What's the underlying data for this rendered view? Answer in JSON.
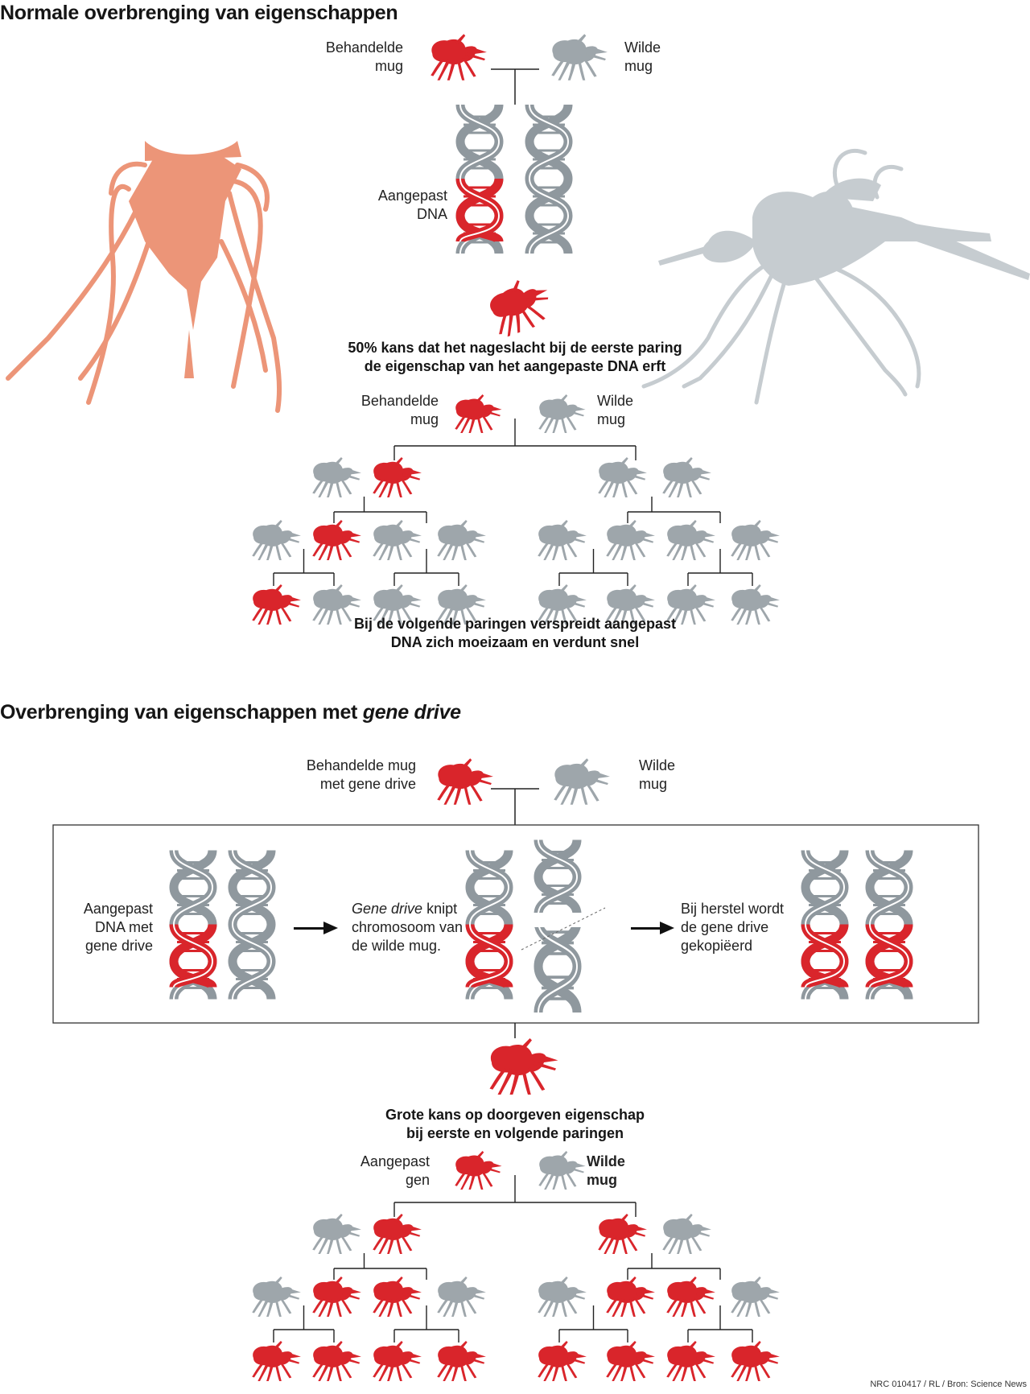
{
  "section1": {
    "title": "Normale overbrenging van eigenschappen",
    "treated_label": [
      "Behandelde",
      "mug"
    ],
    "wild_label": [
      "Wilde",
      "mug"
    ],
    "dna_label": [
      "Aangepast",
      "DNA"
    ],
    "caption1": [
      "50% kans dat het nageslacht bij de eerste paring",
      "de eigenschap van het aangepaste DNA erft"
    ],
    "treated_label2": [
      "Behandelde",
      "mug"
    ],
    "wild_label2": [
      "Wilde",
      "mug"
    ],
    "caption2": [
      "Bij de volgende paringen verspreidt aangepast",
      "DNA zich moeizaam en verdunt snel"
    ]
  },
  "section2": {
    "title_main": "Overbrenging van eigenschappen met ",
    "title_em": "gene drive",
    "treated_label": [
      "Behandelde mug",
      "met gene drive"
    ],
    "wild_label": [
      "Wilde",
      "mug"
    ],
    "box": {
      "step1": [
        "Aangepast",
        "DNA met",
        "gene drive"
      ],
      "step2_em": "Gene drive",
      "step2": [
        " knipt",
        "chromosoom van",
        "de wilde mug."
      ],
      "step3": [
        "Bij herstel wordt",
        "de gene drive",
        "gekopiëerd"
      ]
    },
    "caption": [
      "Grote kans op doorgeven eigenschap",
      "bij eerste en volgende paringen"
    ],
    "gene_label": [
      "Aangepast",
      "gen"
    ],
    "wild_label2": [
      "Wilde",
      "mug"
    ]
  },
  "source": "NRC 010417 / RL / Bron: Science News",
  "colors": {
    "red": "#d9252b",
    "grey": "#9ea6ab",
    "salmon": "#ec9578",
    "lightgrey": "#c6ccd0",
    "dna_grey": "#8f989e"
  }
}
